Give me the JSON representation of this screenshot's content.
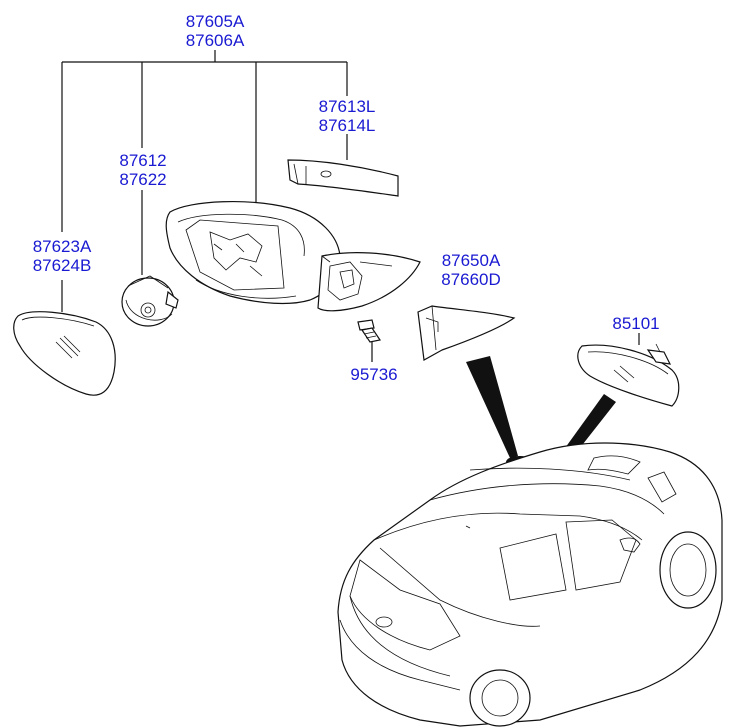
{
  "labels": {
    "assembly": [
      "87605A",
      "87606A"
    ],
    "cover": [
      "87613L",
      "87614L"
    ],
    "actuator": [
      "87612",
      "87622"
    ],
    "glass": [
      "87623A",
      "87624B"
    ],
    "bolt": [
      "95736"
    ],
    "garnish": [
      "87650A",
      "87660D"
    ],
    "inside_mirror": [
      "85101"
    ]
  }
}
